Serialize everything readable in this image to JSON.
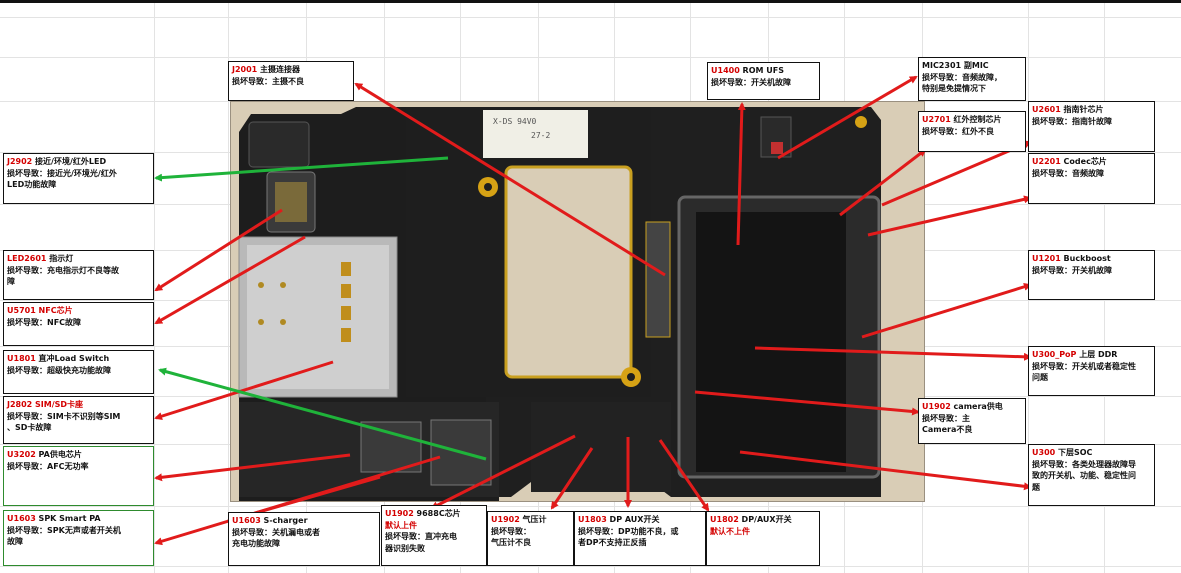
{
  "colors": {
    "label_code": "#d40000",
    "arrow_red": "#e11b1b",
    "arrow_green": "#1fb33a",
    "board": "#1c1c1c",
    "paper": "#d9cdb6"
  },
  "labels": {
    "j2001": {
      "code": "J2001",
      "title": " 主摄连接器",
      "line2": "损坏导致：主摄不良"
    },
    "u1400": {
      "code": "U1400",
      "title": " ROM UFS",
      "line2": "损坏导致：开关机故障"
    },
    "mic2301": {
      "title": "MIC2301 副MIC",
      "line2": "损坏导致：音频故障，",
      "line3": "特别是免提情况下"
    },
    "u2701": {
      "code": "U2701",
      "title": " 红外控制芯片",
      "line2": "损坏导致：红外不良"
    },
    "u2601": {
      "code": "U2601",
      "title": " 指南针芯片",
      "line2": "损坏导致：指南针故障"
    },
    "j2902": {
      "code": "J2902",
      "title": " 接近/环境/红外LED",
      "line2": "损坏导致：接近光/环境光/红外",
      "line3": "LED功能故障"
    },
    "u2201": {
      "code": "U2201",
      "title": " Codec芯片",
      "line2": "损坏导致：音频故障"
    },
    "led2601": {
      "code": "LED2601",
      "title": " 指示灯",
      "line2": "损坏导致：充电指示灯不良等故",
      "line3": "障"
    },
    "u1201": {
      "code": "U1201",
      "title": " Buckboost",
      "line2": "损坏导致：开关机故障"
    },
    "u5701": {
      "code": "U5701",
      "red2": " NFC芯片",
      "line2": "损坏导致：NFC故障"
    },
    "u300pop": {
      "code": "U300_PoP",
      "title": " 上层 DDR",
      "line2": "损坏导致：开关机或者稳定性",
      "line3": "问题"
    },
    "u1801": {
      "code": "U1801",
      "title": " 直冲Load Switch",
      "line2": "损坏导致：超级快充功能故障"
    },
    "j2802": {
      "code": "J2802",
      "red2": " SIM/SD卡座",
      "line2": "损坏导致：SIM卡不识别等SIM",
      "line3": "、SD卡故障"
    },
    "u1902cam": {
      "code": "U1902",
      "title": " camera供电",
      "line2": "损坏导致：主",
      "line3": "Camera不良"
    },
    "u3202": {
      "code": "U3202",
      "title": " PA供电芯片",
      "line2": "损坏导致：AFC无功率"
    },
    "u300soc": {
      "code": "U300",
      "title": " 下层SOC",
      "line2": "损坏导致：各类处理器故障导",
      "line3": "致的开关机、功能、稳定性问",
      "line4": "题"
    },
    "u1603spk": {
      "code": "U1603",
      "title": " SPK Smart PA",
      "line2": "损坏导致：SPK无声或者开关机",
      "line3": "故障"
    },
    "u1603chg": {
      "code": "U1603",
      "title": " S-charger",
      "line2": "损坏导致：关机漏电或者",
      "line3": "充电功能故障"
    },
    "u19029688": {
      "code": "U1902",
      "title": " 9688C芯片",
      "red2": "默认上件",
      "line3": "损坏导致：直冲充电",
      "line4": "器识别失败"
    },
    "u1902baro": {
      "code": "U1902",
      "title": " 气压计",
      "line2": "损坏导致：",
      "line3": "气压计不良"
    },
    "u1803": {
      "code": "U1803",
      "title": " DP AUX开关",
      "line2": "损坏导致：DP功能不良，或",
      "line3": "者DP不支持正反插"
    },
    "u1802": {
      "code": "U1802",
      "title": " DP/AUX开关",
      "red2": "默认不上件"
    }
  },
  "board_silkscreen": {
    "text1": "X-DS 94V0",
    "text2": "27-2"
  }
}
